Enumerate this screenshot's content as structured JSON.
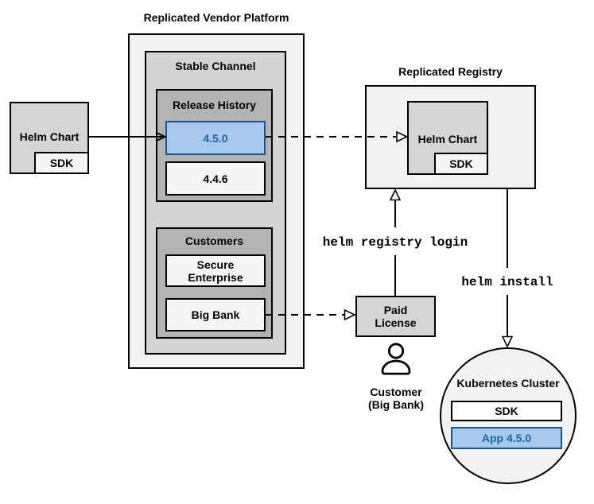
{
  "platform": {
    "title": "Replicated Vendor Platform"
  },
  "stable_channel": {
    "title": "Stable Channel"
  },
  "release_history": {
    "title": "Release History",
    "versions": [
      "4.5.0",
      "4.4.6"
    ],
    "highlighted_version": "4.5.0"
  },
  "customers": {
    "title": "Customers",
    "secure_enterprise": {
      "line1": "Secure",
      "line2": "Enterprise"
    },
    "big_bank": "Big Bank"
  },
  "source_chart": {
    "label": "Helm Chart",
    "sdk": "SDK"
  },
  "registry": {
    "title": "Replicated Registry",
    "chart_label": "Helm Chart",
    "sdk": "SDK"
  },
  "paid_license": {
    "line1": "Paid",
    "line2": "License"
  },
  "customer_caption": {
    "line1": "Customer",
    "line2": "(Big Bank)"
  },
  "commands": {
    "registry_login": "helm registry login",
    "install": "helm install"
  },
  "cluster": {
    "title": "Kubernetes Cluster",
    "sdk": "SDK",
    "app": "App 4.5.0"
  },
  "colors": {
    "highlight_fill": "#a7c9ec",
    "highlight_stroke": "#19568f",
    "highlight_text": "#1d63a8",
    "container_gray": "#f2f2f2",
    "channel_gray": "#d4d4d4",
    "group_gray": "#b3b3b3",
    "item_gray": "#f5f5f5"
  }
}
